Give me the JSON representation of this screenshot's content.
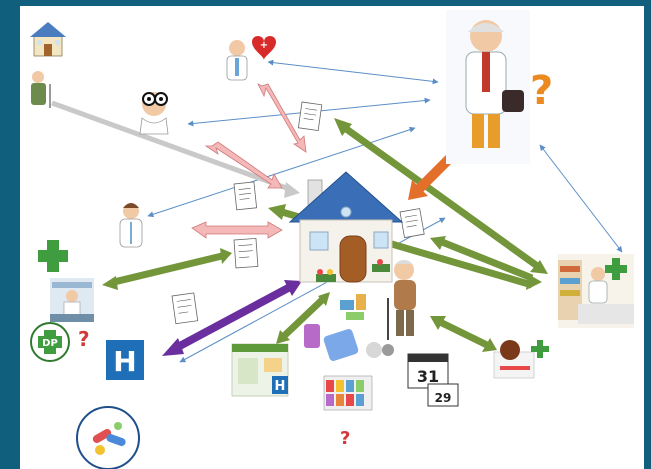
{
  "diagram": {
    "question_mark": "?",
    "hospital_letter": "H",
    "small_hospital_letter": "H",
    "pharmacy_letters": "DP",
    "calendar": {
      "day_top": "31",
      "day_bottom": "29"
    },
    "colors": {
      "background": "#0f5f7d",
      "purple_arrow": "#6b2e9e",
      "green_arrow": "#73963a",
      "orange_arrow": "#e36f2a",
      "pink_arrow": "#f0a3a3",
      "grey_arrow": "#c9c9c9",
      "thin_arrow": "#5b8ec7",
      "hospital_blue": "#1f6fb8",
      "pharmacy_green": "#3f9d3f"
    },
    "icons": [
      "home-icon",
      "elderly-person-icon",
      "doctor-heart-icon",
      "doctor-glasses-icon",
      "nurse-icon",
      "pharmacy-cross-icon",
      "pharmacist-icon",
      "dp-pharmacy-logo",
      "hospital-sign-icon",
      "medicine-pills-icon",
      "central-house-icon",
      "elderly-with-cane-icon",
      "general-practitioner-icon",
      "pharmacy-store-icon",
      "pill-organizer-icon",
      "calendar-icon",
      "medicine-box-icon",
      "prescription-icon"
    ]
  }
}
